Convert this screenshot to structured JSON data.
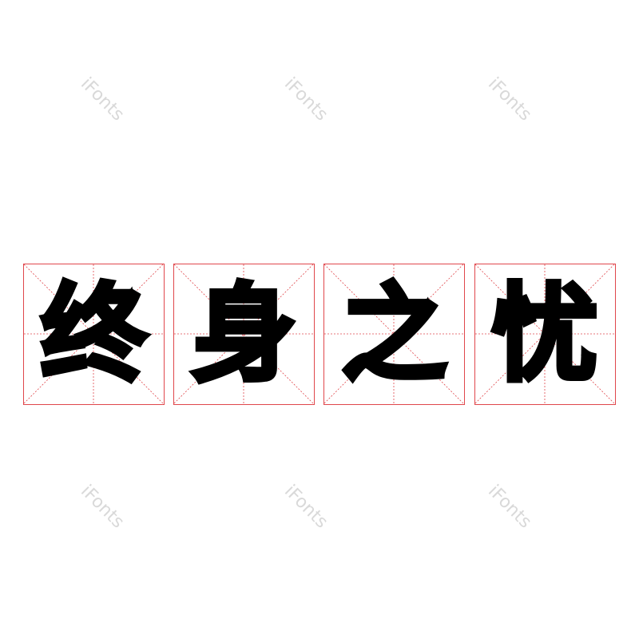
{
  "characters": [
    "终",
    "身",
    "之",
    "忧"
  ],
  "watermark": "iFonts",
  "colors": {
    "grid": "#e0474c",
    "text": "#000000",
    "watermark": "#d9d9d9"
  }
}
